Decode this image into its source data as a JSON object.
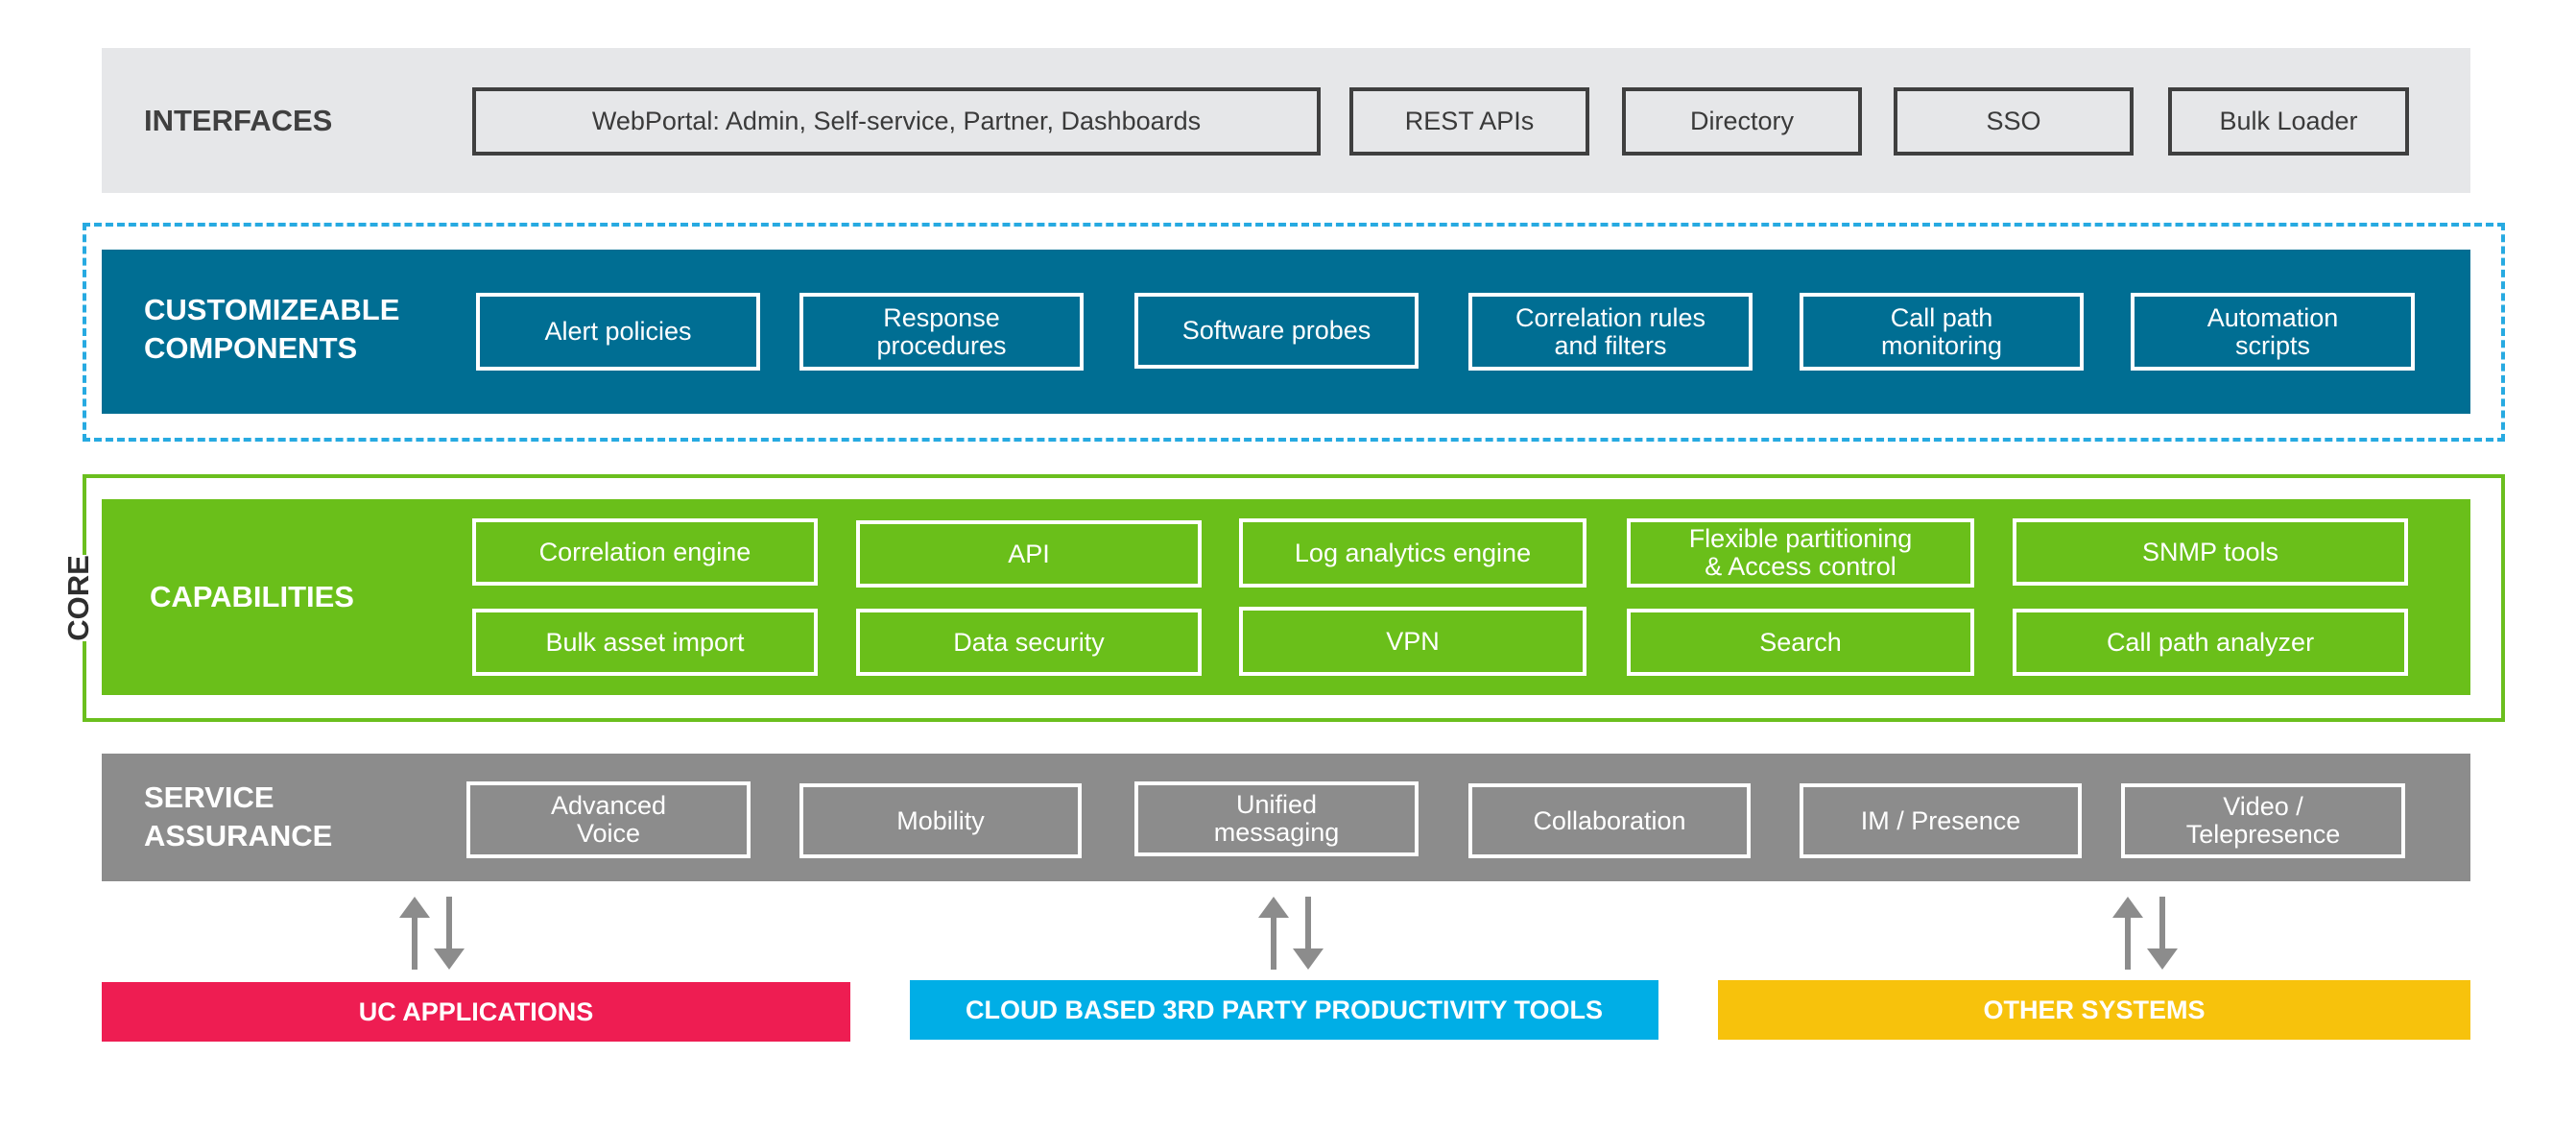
{
  "interfaces": {
    "label": "INTERFACES",
    "items": [
      "WebPortal: Admin, Self-service, Partner, Dashboards",
      "REST APIs",
      "Directory",
      "SSO",
      "Bulk Loader"
    ]
  },
  "customizable": {
    "label": "CUSTOMIZEABLE\nCOMPONENTS",
    "items": [
      "Alert policies",
      "Response\nprocedures",
      "Software probes",
      "Correlation rules\nand filters",
      "Call path\nmonitoring",
      "Automation\nscripts"
    ]
  },
  "core": {
    "label": "CORE",
    "capabilities_label": "CAPABILITIES",
    "row1": [
      "Correlation engine",
      "API",
      "Log analytics engine",
      "Flexible partitioning\n& Access control",
      "SNMP tools"
    ],
    "row2": [
      "Bulk asset import",
      "Data security",
      "VPN",
      "Search",
      "Call path analyzer"
    ]
  },
  "service_assurance": {
    "label": "SERVICE\nASSURANCE",
    "items": [
      "Advanced\nVoice",
      "Mobility",
      "Unified\nmessaging",
      "Collaboration",
      "IM / Presence",
      "Video /\nTelepresence"
    ]
  },
  "bottom": {
    "uc": "UC APPLICATIONS",
    "cloud": "CLOUD BASED 3RD PARTY PRODUCTIVITY TOOLS",
    "other": "OTHER SYSTEMS"
  },
  "colors": {
    "interfaces_bg": "#e6e7e9",
    "customizable_bg": "#006e93",
    "dashed_frame": "#27aae1",
    "capabilities_bg": "#6abf1a",
    "service_bg": "#8c8c8c",
    "uc_bar": "#ee1d52",
    "cloud_bar": "#00aee6",
    "other_bar": "#f7c20c",
    "arrow": "#8c8c8c"
  }
}
